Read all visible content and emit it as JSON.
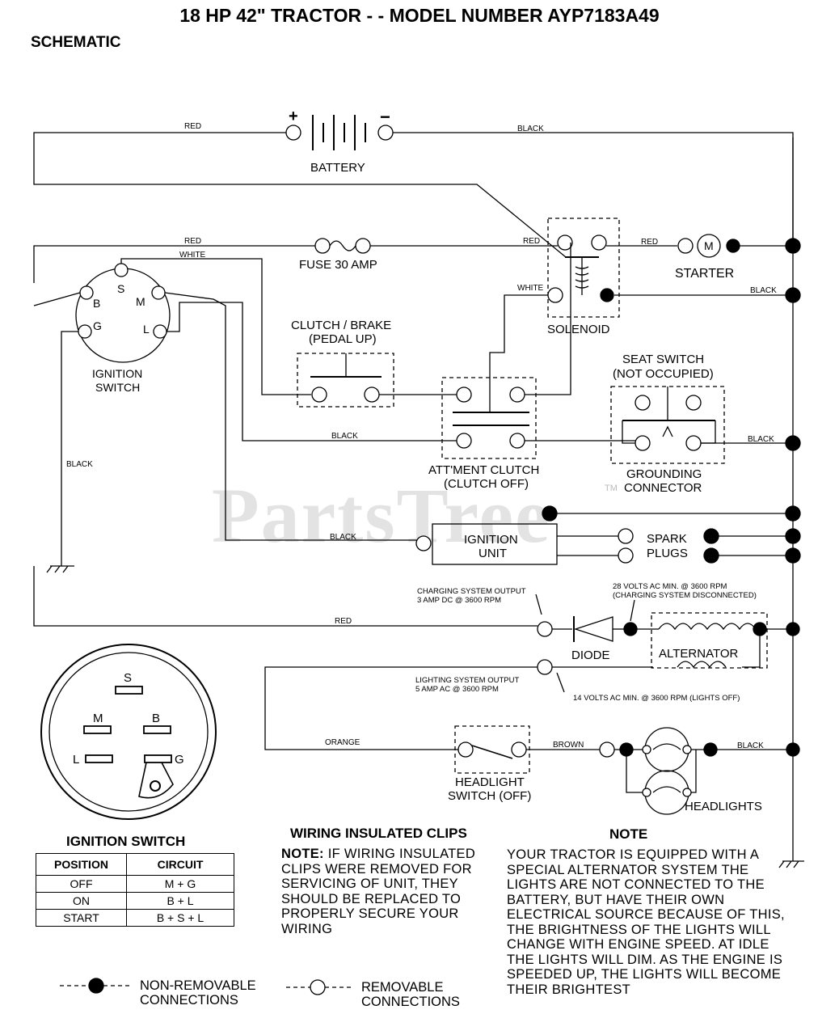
{
  "header": {
    "title": "18 HP 42\" TRACTOR - - MODEL NUMBER AYP7183A49",
    "subtitle": "SCHEMATIC"
  },
  "watermark": {
    "text": "PartsTree",
    "tm": "TM"
  },
  "components": {
    "battery": "BATTERY",
    "battery_plus": "+",
    "battery_minus": "−",
    "fuse": "FUSE 30 AMP",
    "solenoid": "SOLENOID",
    "starter": "STARTER",
    "starter_symbol": "M",
    "ignition_switch_1": "IGNITION",
    "ignition_switch_2": "SWITCH",
    "clutch_brake_1": "CLUTCH / BRAKE",
    "clutch_brake_2": "(PEDAL UP)",
    "seat_switch_1": "SEAT SWITCH",
    "seat_switch_2": "(NOT OCCUPIED)",
    "attment_clutch_1": "ATT'MENT CLUTCH",
    "attment_clutch_2": "(CLUTCH OFF)",
    "grounding_1": "GROUNDING",
    "grounding_2": "CONNECTOR",
    "ignition_unit_1": "IGNITION",
    "ignition_unit_2": "UNIT",
    "spark_1": "SPARK",
    "spark_2": "PLUGS",
    "diode": "DIODE",
    "alternator": "ALTERNATOR",
    "headlight_switch_1": "HEADLIGHT",
    "headlight_switch_2": "SWITCH (OFF)",
    "headlights": "HEADLIGHTS"
  },
  "terminals": {
    "s": "S",
    "b": "B",
    "m": "M",
    "g": "G",
    "l": "L"
  },
  "wires": {
    "red": "RED",
    "black": "BLACK",
    "white": "WHITE",
    "orange": "ORANGE",
    "brown": "BROWN"
  },
  "annotations": {
    "charge_out_1": "CHARGING SYSTEM OUTPUT",
    "charge_out_2": "3 AMP DC @ 3600 RPM",
    "volts28_1": "28 VOLTS AC MIN. @ 3600 RPM",
    "volts28_2": "(CHARGING SYSTEM DISCONNECTED)",
    "light_out_1": "LIGHTING SYSTEM OUTPUT",
    "light_out_2": "5 AMP AC @ 3600 RPM",
    "volts14": "14 VOLTS AC MIN. @ 3600 RPM (LIGHTS OFF)"
  },
  "ignition_table": {
    "title": "IGNITION SWITCH",
    "headers": [
      "POSITION",
      "CIRCUIT"
    ],
    "rows": [
      [
        "OFF",
        "M + G"
      ],
      [
        "ON",
        "B + L"
      ],
      [
        "START",
        "B + S + L"
      ]
    ]
  },
  "wiring_clips": {
    "title": "WIRING INSULATED CLIPS",
    "note_label": "NOTE:",
    "text": "IF WIRING INSULATED CLIPS WERE REMOVED FOR SERVICING OF UNIT, THEY SHOULD BE REPLACED TO PROPERLY SECURE YOUR WIRING"
  },
  "note": {
    "title": "NOTE",
    "text": "YOUR TRACTOR IS EQUIPPED WITH A SPECIAL ALTERNATOR SYSTEM THE LIGHTS ARE NOT CONNECTED TO THE BATTERY, BUT HAVE THEIR OWN ELECTRICAL SOURCE BECAUSE OF THIS, THE BRIGHTNESS OF THE LIGHTS WILL CHANGE WITH ENGINE SPEED. AT IDLE THE LIGHTS WILL DIM. AS THE ENGINE IS SPEEDED UP, THE LIGHTS WILL BECOME THEIR BRIGHTEST"
  },
  "legend": {
    "non_removable_1": "NON-REMOVABLE",
    "non_removable_2": "CONNECTIONS",
    "removable_1": "REMOVABLE",
    "removable_2": "CONNECTIONS"
  }
}
